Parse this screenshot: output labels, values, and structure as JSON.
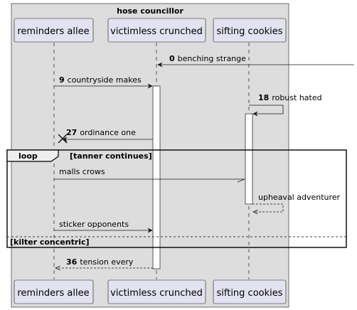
{
  "group": {
    "title": "hose councillor"
  },
  "participants": [
    {
      "name": "reminders allee"
    },
    {
      "name": "victimless crunched"
    },
    {
      "name": "sifting cookies"
    }
  ],
  "messages": [
    {
      "num": "0",
      "text": "benching strange",
      "style": "solid",
      "from": "external",
      "to": "victimless crunched"
    },
    {
      "num": "9",
      "text": "countryside makes",
      "style": "solid",
      "from": "reminders allee",
      "to": "victimless crunched"
    },
    {
      "num": "18",
      "text": "robust hated",
      "style": "solid",
      "from": "sifting cookies",
      "to": "sifting cookies"
    },
    {
      "num": "27",
      "text": "ordinance one",
      "style": "solid",
      "from": "victimless crunched",
      "to": "reminders allee",
      "end": "destroy"
    },
    {
      "num": "",
      "text": "malls crows",
      "style": "solid-open",
      "from": "reminders allee",
      "to": "sifting cookies"
    },
    {
      "num": "",
      "text": "upheaval adventurer",
      "style": "dashed",
      "from": "sifting cookies",
      "to": "sifting cookies"
    },
    {
      "num": "",
      "text": "sticker opponents",
      "style": "solid",
      "from": "reminders allee",
      "to": "victimless crunched"
    },
    {
      "num": "36",
      "text": "tension every",
      "style": "dashed",
      "from": "victimless crunched",
      "to": "reminders allee"
    }
  ],
  "loop": {
    "keyword": "loop",
    "condition": "[tanner continues]",
    "else_condition": "[kilter concentric]"
  },
  "colors": {
    "group_fill": "#dddddd",
    "participant_fill": "#e2e2f0",
    "participant_border": "#181818",
    "line": "#181818",
    "activation_fill": "#ffffff"
  }
}
